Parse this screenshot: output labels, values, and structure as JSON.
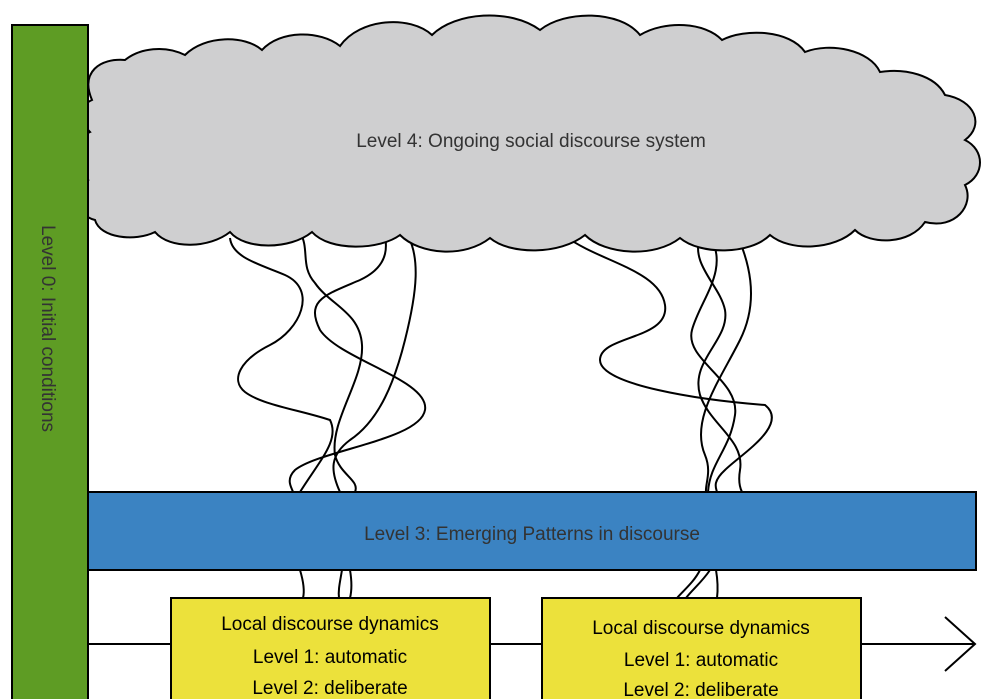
{
  "diagram": {
    "level0_label": "Level 0: Initial conditions",
    "level4_label": "Level 4: Ongoing social discourse system",
    "level3_label": "Level 3: Emerging Patterns in discourse",
    "local_boxes": [
      {
        "line1": "Local discourse dynamics",
        "line2": "Level 1: automatic",
        "line3": "Level 2: deliberate"
      },
      {
        "line1": "Local discourse dynamics",
        "line2": "Level 1: automatic",
        "line3": "Level 2: deliberate"
      }
    ],
    "colors": {
      "level0_fill": "#5e9c24",
      "level4_fill": "#cfcfd0",
      "level3_fill": "#3b83c2",
      "local_fill": "#ece13b",
      "stroke": "#000000",
      "text": "#333333"
    }
  }
}
